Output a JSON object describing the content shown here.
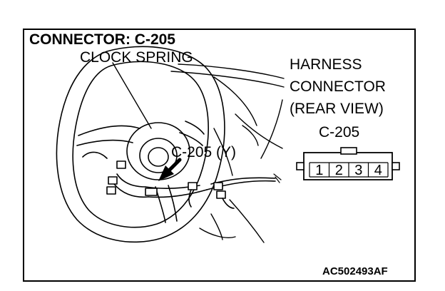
{
  "title": "CONNECTOR: C-205",
  "labels": {
    "clock_spring": "CLOCK SPRING",
    "connector_callout": "C-205 (Y)",
    "harness_line1": "HARNESS",
    "harness_line2": "CONNECTOR",
    "harness_line3": "(REAR VIEW)",
    "connector_id": "C-205"
  },
  "connector": {
    "pins": [
      "1",
      "2",
      "3",
      "4"
    ]
  },
  "figure_code": "AC502493AF"
}
